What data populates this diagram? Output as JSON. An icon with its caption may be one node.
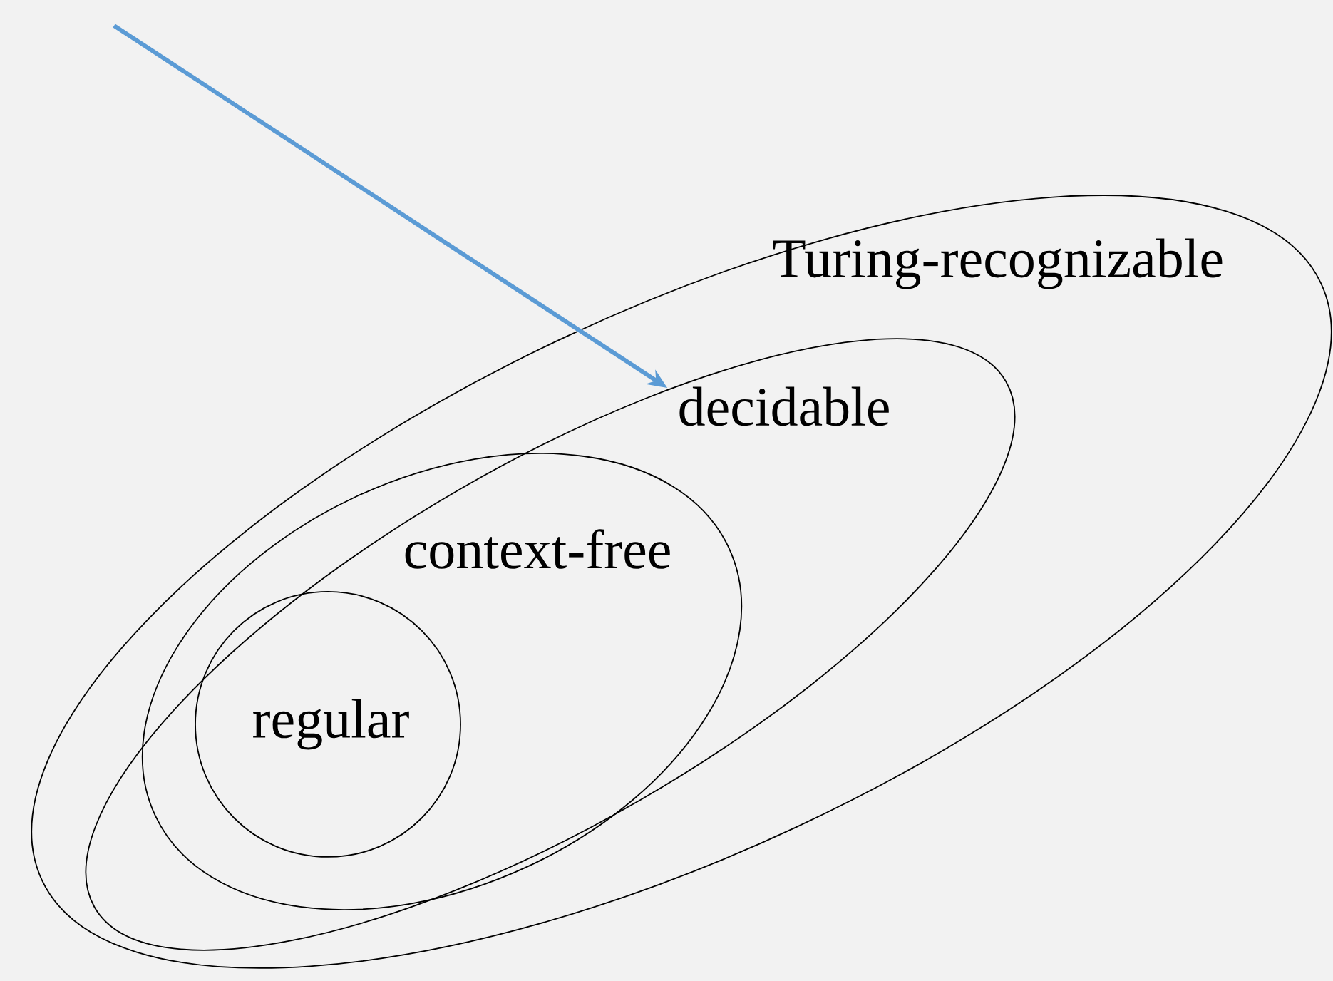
{
  "diagram": {
    "nodes": [
      {
        "text": [
          "Turing-recognizable"
        ]
      },
      {
        "text": [
          "decidable"
        ],
        "in": 0
      },
      {
        "text": [
          "context-free"
        ],
        "in": 1
      },
      {
        "text": [
          "regular"
        ],
        "in": 2
      }
    ],
    "edges": [
      {
        "from": null,
        "to": 1,
        "arrow": "to",
        "color": "#5b9bd5"
      }
    ]
  }
}
